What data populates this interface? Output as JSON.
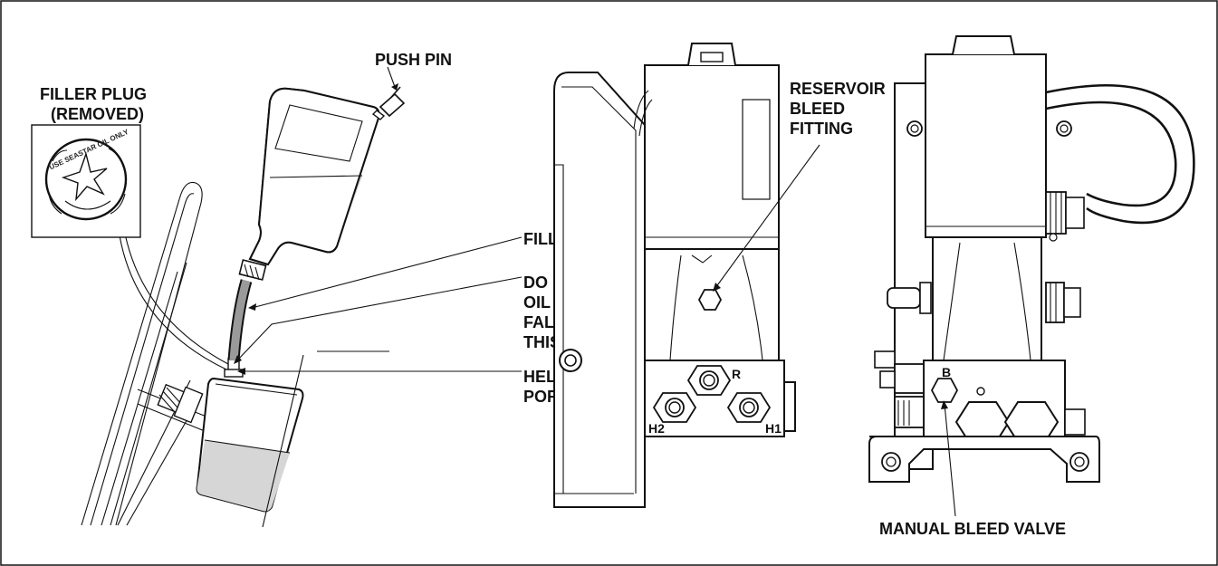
{
  "labels": {
    "push_pin": "PUSH PIN",
    "filler_plug_1": "FILLER PLUG",
    "filler_plug_2": "(REMOVED)",
    "filler_kit": "FILLER KIT",
    "oil_1": "DO NOT LET",
    "oil_2": "OIL LEVEL",
    "oil_3": "FALL BELOW",
    "oil_4": "THIS POINT",
    "helm_1": "HELM FILL",
    "helm_2": "PORT",
    "res_1": "RESERVOIR",
    "res_2": "BLEED",
    "res_3": "FITTING",
    "manual_bleed": "MANUAL BLEED VALVE",
    "port_r": "R",
    "port_h1": "H1",
    "port_h2": "H2",
    "port_b": "B",
    "cap_text": "USE SEASTAR OIL ONLY"
  },
  "colors": {
    "line": "#111111",
    "oil": "#c9c9c9",
    "shade": "#d6d6d6"
  }
}
